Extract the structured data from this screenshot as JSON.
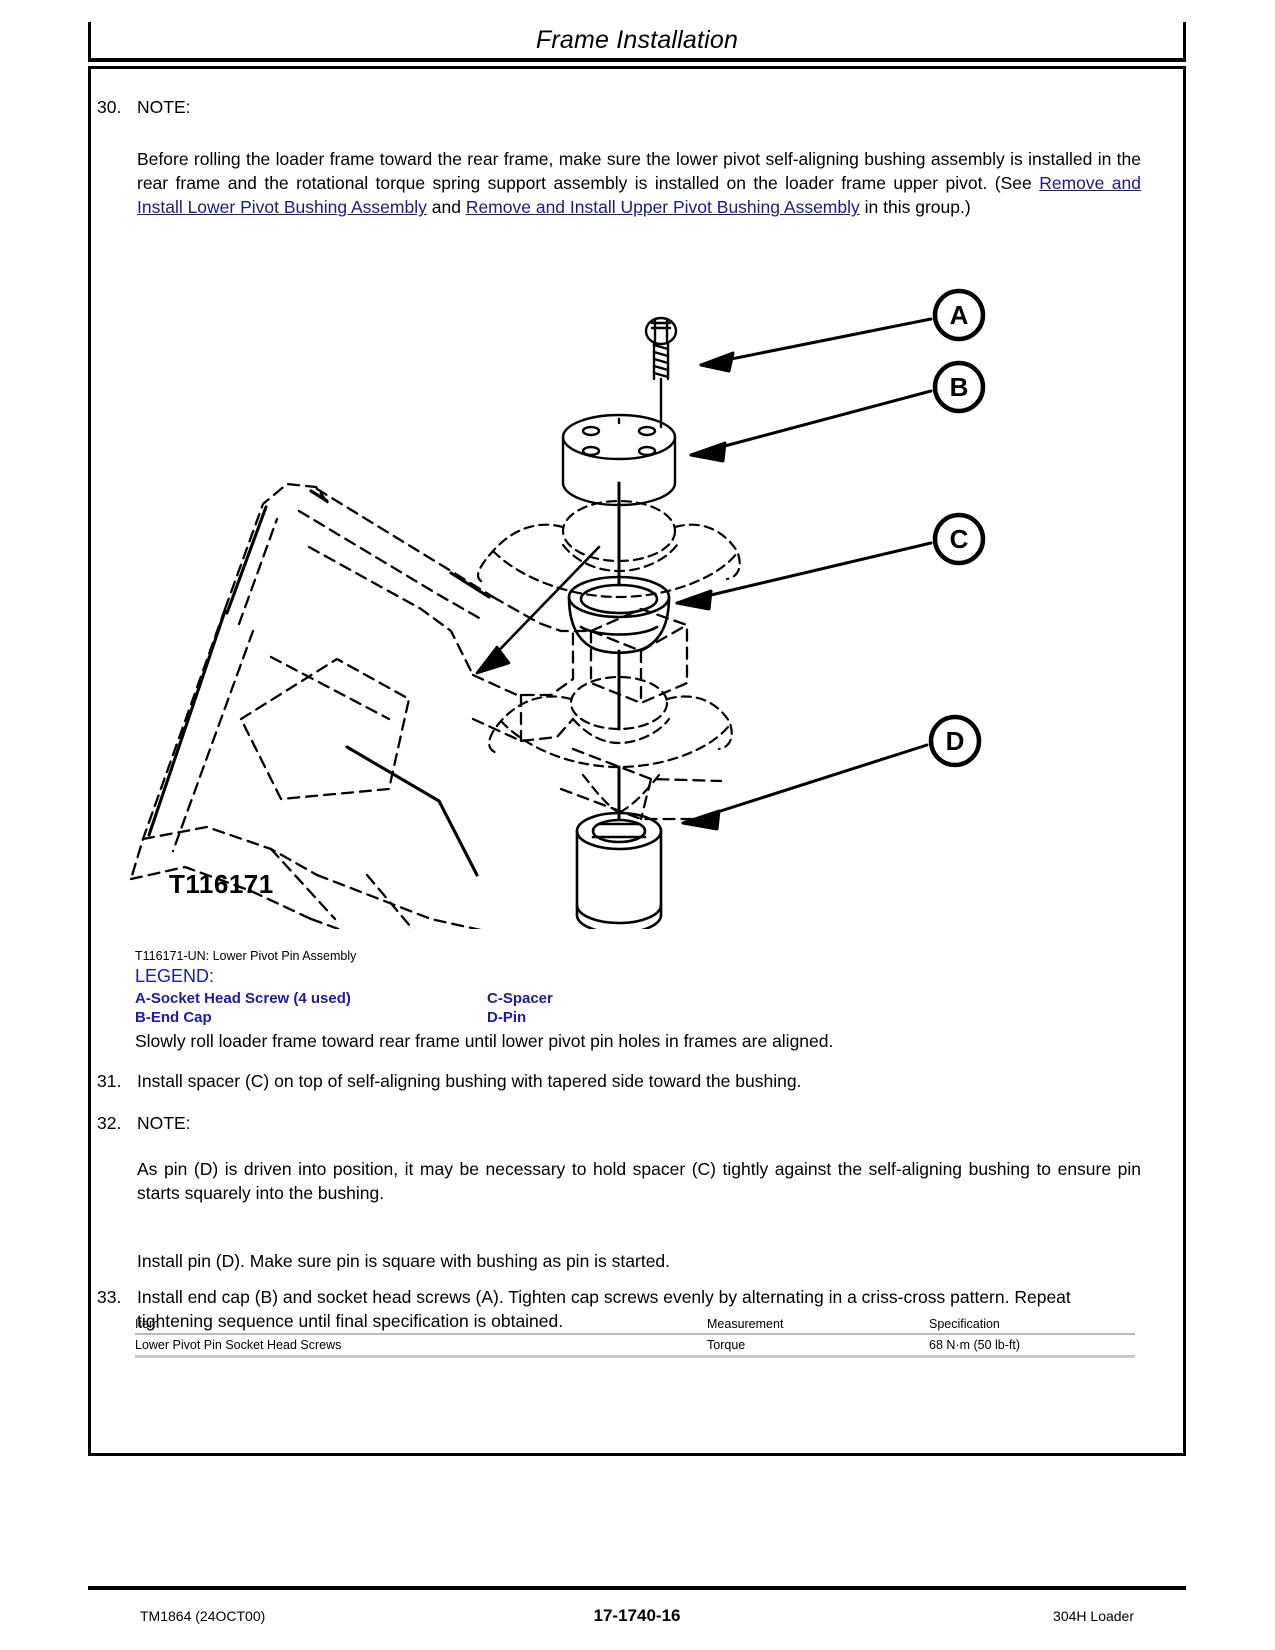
{
  "header": {
    "title": "Frame Installation"
  },
  "steps": [
    {
      "number": "30.",
      "label": "NOTE:",
      "paragraph_prefix": "Before rolling the loader frame toward the rear frame, make sure the lower pivot self-aligning bushing assembly is installed in the rear frame and the rotational torque spring support assembly is installed on the loader frame upper pivot. (See ",
      "link_1": "Remove and Install Lower Pivot Bushing Assembly",
      "between_links": " and ",
      "link_2": "Remove and Install Upper Pivot Bushing Assembly",
      "paragraph_suffix": " in this group.)"
    },
    {
      "number": "31.",
      "text": "Install spacer (C) on top of self-aligning bushing with tapered side toward the bushing."
    },
    {
      "number": "32.",
      "label": "NOTE:",
      "note_text": "As pin (D) is driven into position, it may be necessary to hold spacer (C) tightly against the self-aligning bushing to ensure pin starts squarely into the bushing.",
      "follow_text": "Install pin (D). Make sure pin is square with bushing as pin is started."
    },
    {
      "number": "33.",
      "text": "Install end cap (B) and socket head screws (A). Tighten cap screws evenly by alternating in a criss-cross pattern. Repeat tightening sequence until final specification is obtained."
    }
  ],
  "figure": {
    "code": "T116171",
    "caption": "T116171-UN: Lower Pivot Pin Assembly",
    "legend_title": "LEGEND:",
    "legend": [
      {
        "left": "A-Socket Head Screw (4 used)",
        "right": "C-Spacer"
      },
      {
        "left": "B-End Cap",
        "right": "D-Pin"
      }
    ],
    "callouts": [
      {
        "id": "A",
        "label": "A"
      },
      {
        "id": "B",
        "label": "B"
      },
      {
        "id": "C",
        "label": "C"
      },
      {
        "id": "D",
        "label": "D"
      }
    ],
    "after_legend_text": "Slowly roll loader frame toward rear frame until lower pivot pin holes in frames are aligned."
  },
  "spec_table": {
    "headers": {
      "item": "Item",
      "measurement": "Measurement",
      "specification": "Specification"
    },
    "rows": [
      {
        "item": "Lower Pivot Pin Socket Head Screws",
        "measurement": "Torque",
        "specification": "68 N·m (50 lb-ft)"
      }
    ]
  },
  "footer": {
    "left": "TM1864 (24OCT00)",
    "center": "17-1740-16",
    "right": "304H Loader"
  },
  "colors": {
    "link": "#1a1a8c",
    "legend": "#1a1aae",
    "rule": "#000000"
  }
}
